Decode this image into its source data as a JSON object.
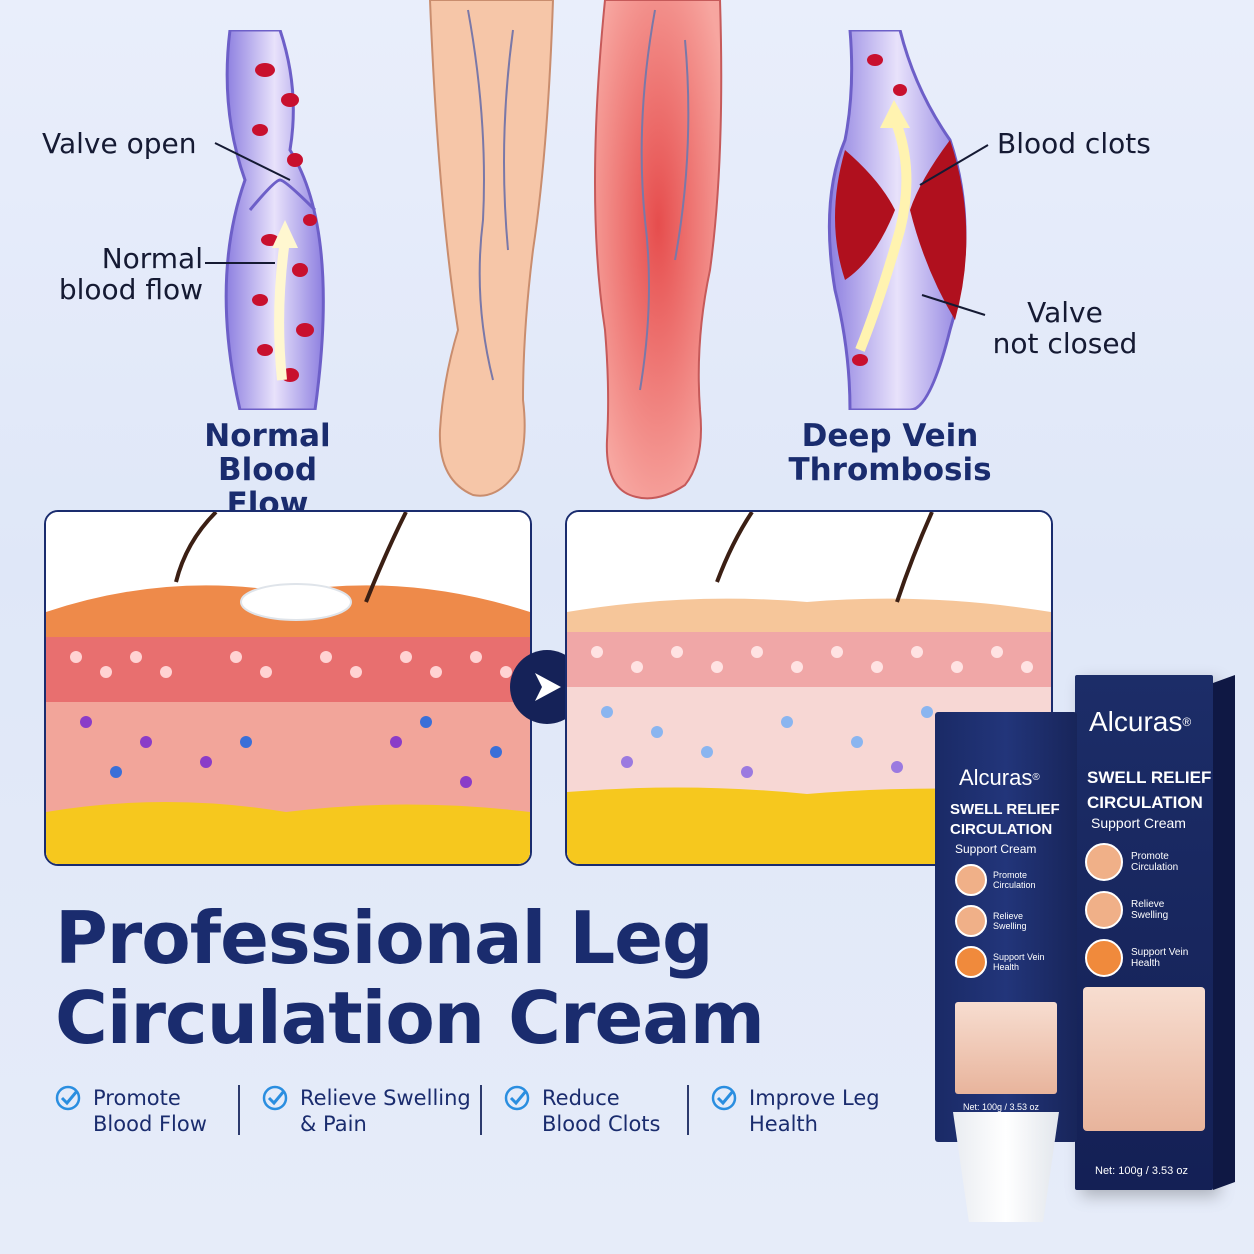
{
  "diagram": {
    "left_callouts": {
      "valve_open": "Valve open",
      "normal_flow": "Normal\nblood flow"
    },
    "right_callouts": {
      "blood_clots": "Blood clots",
      "valve_not_closed": "Valve\nnot closed"
    },
    "left_caption": "Normal Blood\nFlow",
    "right_caption": "Deep Vein\nThrombosis"
  },
  "headline": {
    "line1": "Professional Leg",
    "line2": "Circulation Cream"
  },
  "benefits": [
    {
      "text": "Promote\nBlood Flow"
    },
    {
      "text": "Relieve Swelling\n& Pain"
    },
    {
      "text": "Reduce\nBlood Clots"
    },
    {
      "text": "Improve Leg\nHealth"
    }
  ],
  "product": {
    "brand": "Alcuras",
    "reg": "®",
    "name1": "SWELL RELIEF",
    "name2": "CIRCULATION",
    "name3": "Support Cream",
    "features": [
      "Promote\nCirculation",
      "Relieve\nSwelling",
      "Support Vein\nHealth"
    ],
    "net_box": "Net: 100g / 3.53 oz",
    "net_tube": "Net: 100g / 3.53 oz"
  },
  "colors": {
    "navy": "#1a2c6e",
    "check": "#2a8ee0",
    "blood": "#c8102e"
  }
}
